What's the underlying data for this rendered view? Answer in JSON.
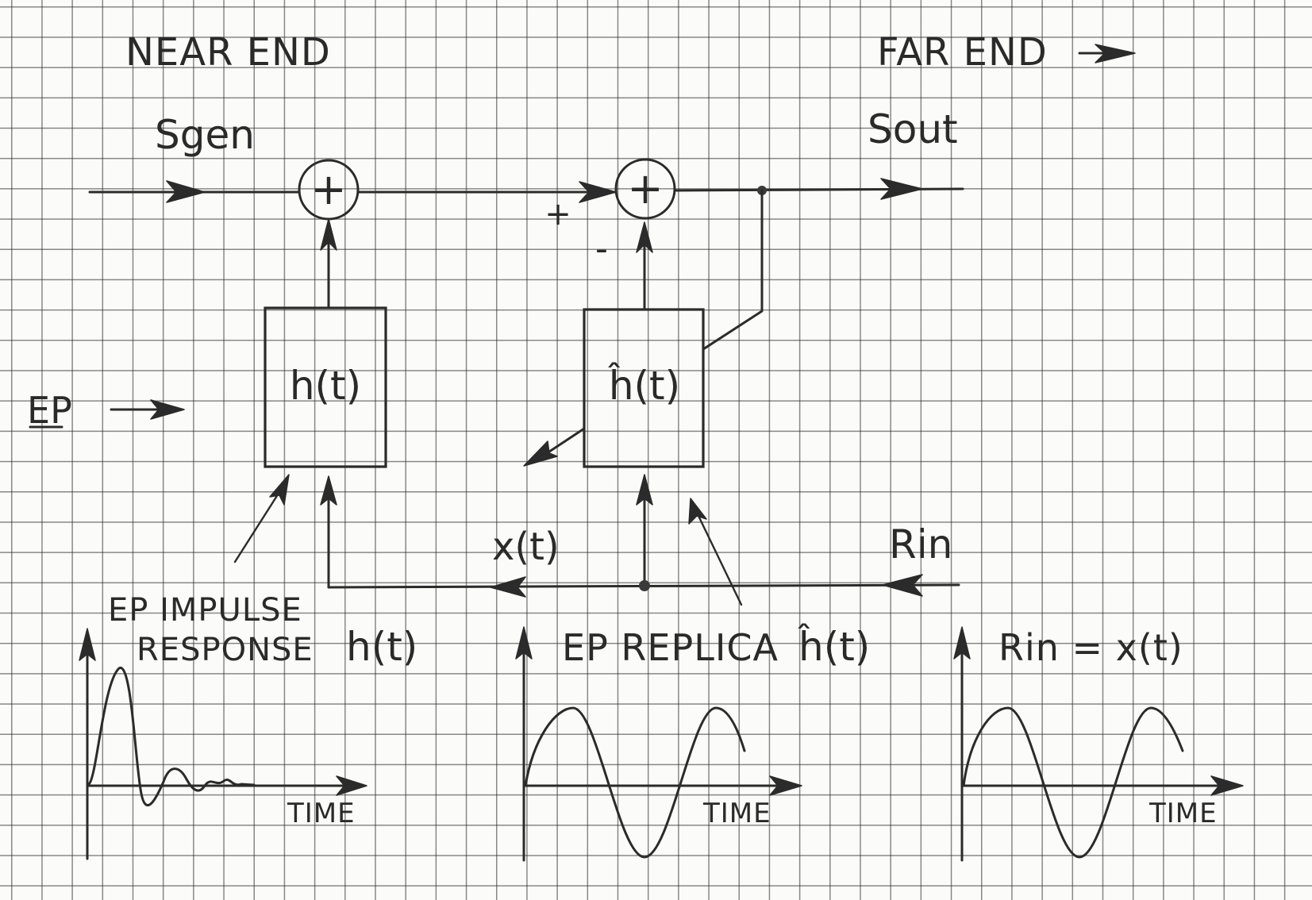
{
  "labels": {
    "near_end": "NEAR END",
    "far_end": "FAR END",
    "sgen": "Sgen",
    "sout": "Sout",
    "ep": "EP",
    "rin": "Rin",
    "x_t": "x(t)",
    "plus_sign": "+",
    "minus_sign": "-",
    "sum_symbol": "+"
  },
  "blocks": {
    "h_block": "h(t)",
    "h_hat_block": "ĥ(t)"
  },
  "graphs": {
    "impulse": {
      "title_line1": "EP IMPULSE",
      "title_line2": "RESPONSE",
      "title_symbol": "h(t)",
      "time_label": "TIME"
    },
    "replica": {
      "title": "EP REPLICA",
      "title_symbol": "ĥ(t)",
      "time_label": "TIME"
    },
    "rin": {
      "title": "Rin = x(t)",
      "time_label": "TIME"
    }
  },
  "colors": {
    "ink": "#2b2b2b",
    "grid": "#5a5a5a",
    "paper": "#fbfbf9"
  }
}
